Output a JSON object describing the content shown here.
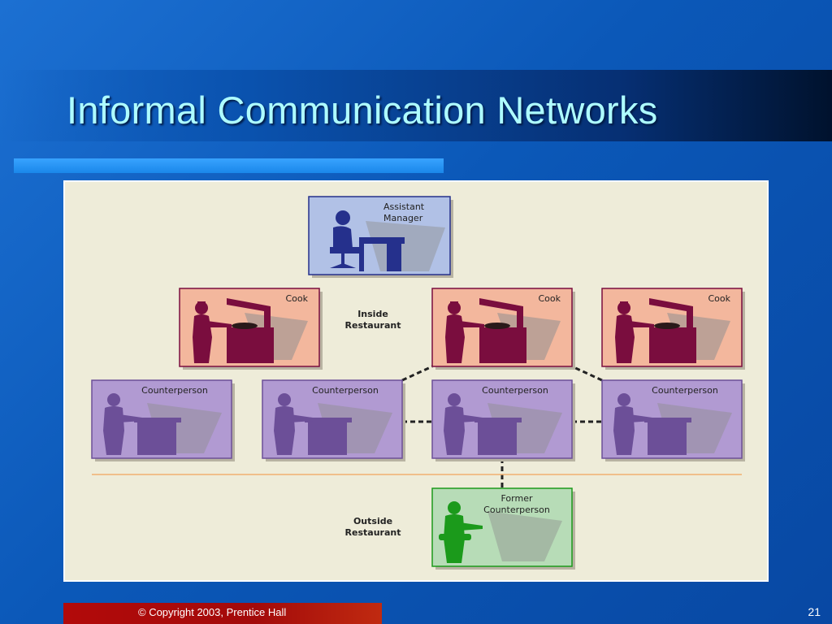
{
  "slide": {
    "title": "Informal Communication Networks",
    "copyright": "© Copyright 2003, Prentice Hall",
    "page_number": "21"
  },
  "diagram": {
    "region_inside": [
      "Inside",
      "Restaurant"
    ],
    "region_outside": [
      "Outside",
      "Restaurant"
    ],
    "nodes": [
      {
        "id": "assistant-manager",
        "lines": [
          "Assistant",
          "Manager"
        ],
        "role": "manager"
      },
      {
        "id": "cook-1",
        "lines": [
          "Cook"
        ],
        "role": "cook"
      },
      {
        "id": "cook-2",
        "lines": [
          "Cook"
        ],
        "role": "cook"
      },
      {
        "id": "cook-3",
        "lines": [
          "Cook"
        ],
        "role": "cook"
      },
      {
        "id": "counterperson-1",
        "lines": [
          "Counterperson"
        ],
        "role": "counter"
      },
      {
        "id": "counterperson-2",
        "lines": [
          "Counterperson"
        ],
        "role": "counter"
      },
      {
        "id": "counterperson-3",
        "lines": [
          "Counterperson"
        ],
        "role": "counter"
      },
      {
        "id": "counterperson-4",
        "lines": [
          "Counterperson"
        ],
        "role": "counter"
      },
      {
        "id": "former-counterperson",
        "lines": [
          "Former",
          "Counterperson"
        ],
        "role": "former"
      }
    ],
    "links": [
      {
        "from": "counterperson-2",
        "to": "cook-2"
      },
      {
        "from": "counterperson-4",
        "to": "cook-2"
      },
      {
        "from": "counterperson-2",
        "to": "counterperson-3"
      },
      {
        "from": "counterperson-3",
        "to": "counterperson-4"
      },
      {
        "from": "counterperson-3",
        "to": "former-counterperson"
      }
    ]
  },
  "colors": {
    "manager_fill": "#b1c1e6",
    "manager_figure": "#25308c",
    "cook_fill": "#f3b79d",
    "cook_figure": "#7a0d3e",
    "counter_fill": "#b19ad2",
    "counter_figure": "#6c4f98",
    "former_fill": "#b7dcb7",
    "former_figure": "#1b9a1b",
    "divider": "#f0b070",
    "link": "#222222"
  }
}
